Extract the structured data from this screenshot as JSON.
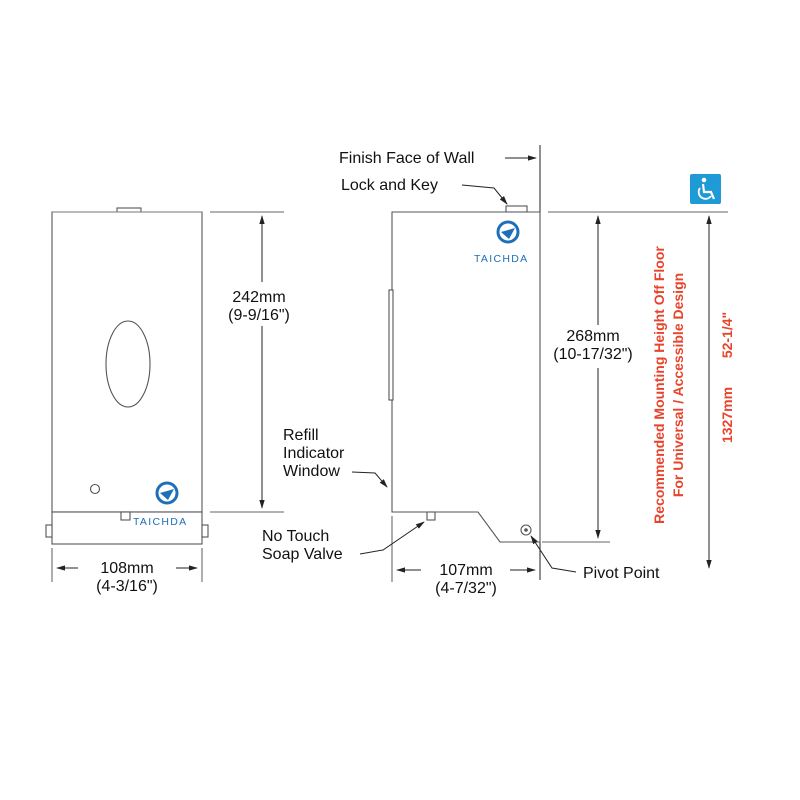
{
  "brand": {
    "logo_text": "TAICHDA"
  },
  "front_view": {
    "width_mm": "108mm",
    "width_in": "(4-3/16\")",
    "height_mm": "242mm",
    "height_in": "(9-9/16\")"
  },
  "side_view": {
    "finish_face_label": "Finish Face of Wall",
    "lock_label": "Lock and Key",
    "refill_label_lines": [
      "Refill",
      "Indicator",
      "Window"
    ],
    "valve_label_lines": [
      "No Touch",
      "Soap Valve"
    ],
    "pivot_label": "Pivot Point",
    "depth_mm": "107mm",
    "depth_in": "(4-7/32\")",
    "height_mm": "268mm",
    "height_in": "(10-17/32\")"
  },
  "mounting": {
    "line1": "Recommended Mounting Height Off Floor",
    "line2": "For Universal / Accessible Design",
    "height_mm": "1327mm",
    "height_in": "52-1/4\"",
    "accessibility_color": "#1e9ad6",
    "text_color": "#e8442c"
  }
}
